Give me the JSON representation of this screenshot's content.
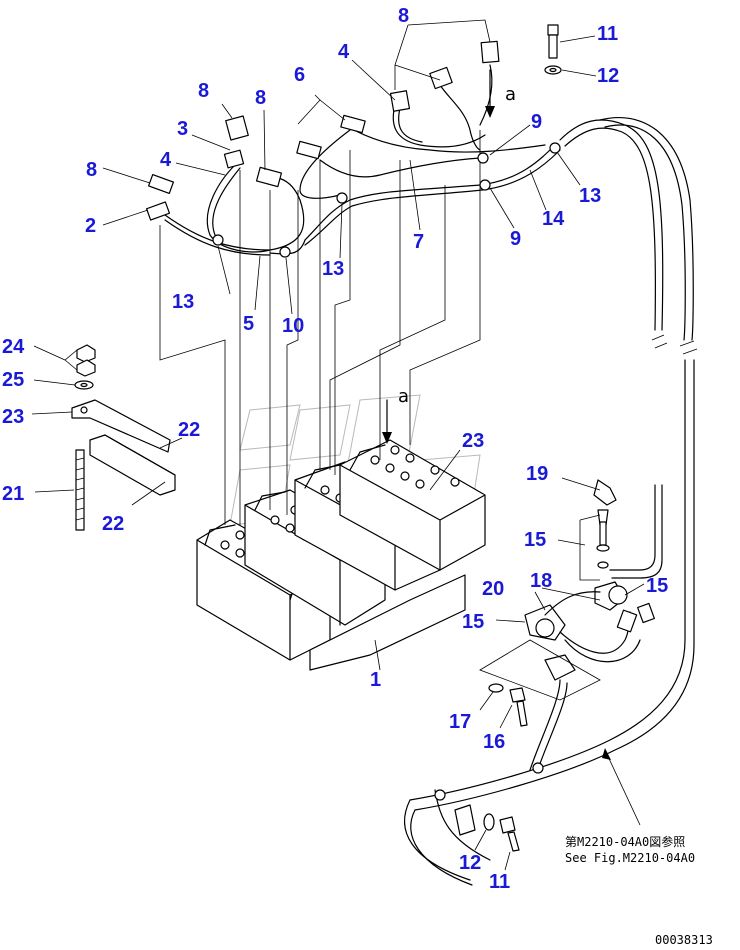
{
  "callouts": {
    "c1": "1",
    "c2": "2",
    "c3": "3",
    "c4a": "4",
    "c4b": "4",
    "c5": "5",
    "c6": "6",
    "c7": "7",
    "c8a": "8",
    "c8b": "8",
    "c8c": "8",
    "c8d": "8",
    "c9a": "9",
    "c9b": "9",
    "c10": "10",
    "c11a": "11",
    "c11b": "11",
    "c12a": "12",
    "c12b": "12",
    "c13a": "13",
    "c13b": "13",
    "c13c": "13",
    "c14": "14",
    "c15a": "15",
    "c15b": "15",
    "c15c": "15",
    "c16": "16",
    "c17": "17",
    "c18": "18",
    "c19": "19",
    "c20": "20",
    "c21": "21",
    "c22a": "22",
    "c22b": "22",
    "c23a": "23",
    "c23b": "23",
    "c24": "24",
    "c25": "25"
  },
  "markers": {
    "a_top": "a",
    "a_mid": "a"
  },
  "reference": {
    "line_jp": "第M2210-04A0図参照",
    "line_en": "See Fig.M2210-04A0"
  },
  "footer": {
    "drawing_number": "00038313"
  },
  "colors": {
    "callout": "#1a1ad6",
    "line": "#000000",
    "background": "#ffffff"
  }
}
